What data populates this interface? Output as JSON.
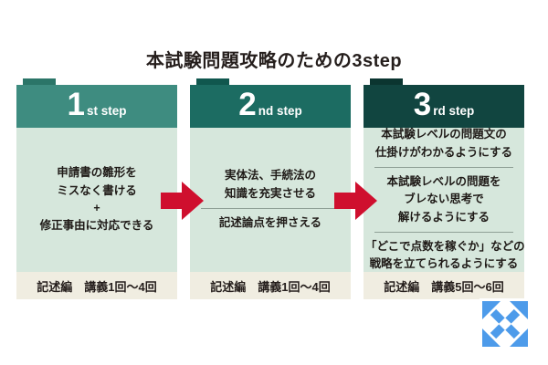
{
  "title": "本試験問題攻略のための3step",
  "steps": [
    {
      "number": "1",
      "suffix": "st step",
      "header_bg": "#3E8C80",
      "tab_bg": "#2B7568",
      "blocks": [
        [
          "申請書の雛形を",
          "ミスなく書ける",
          "+",
          "修正事由に対応できる"
        ]
      ],
      "footer": "記述編　講義1回〜4回"
    },
    {
      "number": "2",
      "suffix": "nd step",
      "header_bg": "#1C6C62",
      "tab_bg": "#10574E",
      "blocks": [
        [
          "実体法、手続法の",
          "知識を充実させる"
        ],
        [
          "記述論点を押さえる"
        ]
      ],
      "footer": "記述編　講義1回〜4回"
    },
    {
      "number": "3",
      "suffix": "rd step",
      "header_bg": "#114540",
      "tab_bg": "#0B3530",
      "blocks": [
        [
          "本試験レベルの問題文の",
          "仕掛けがわかるようにする"
        ],
        [
          "本試験レベルの問題を",
          "ブレない思考で",
          "解けるようにする"
        ],
        [
          "「どこで点数を稼ぐか」などの",
          "戦略を立てられるようにする"
        ]
      ],
      "footer": "記述編　講義5回〜6回"
    }
  ],
  "colors": {
    "arrow_red": "#CF0F2E",
    "body_bg": "#D6E7DC",
    "footer_bg": "#F0EDE1",
    "divider_gray": "#8FA096",
    "title_text": "#251E1C",
    "body_text": "#1F1A17",
    "expand_icon_blue": "#4D9BEA"
  },
  "icons": {
    "between_steps": "arrow-right-icon",
    "bottom_right": "expand-arrows-icon"
  }
}
